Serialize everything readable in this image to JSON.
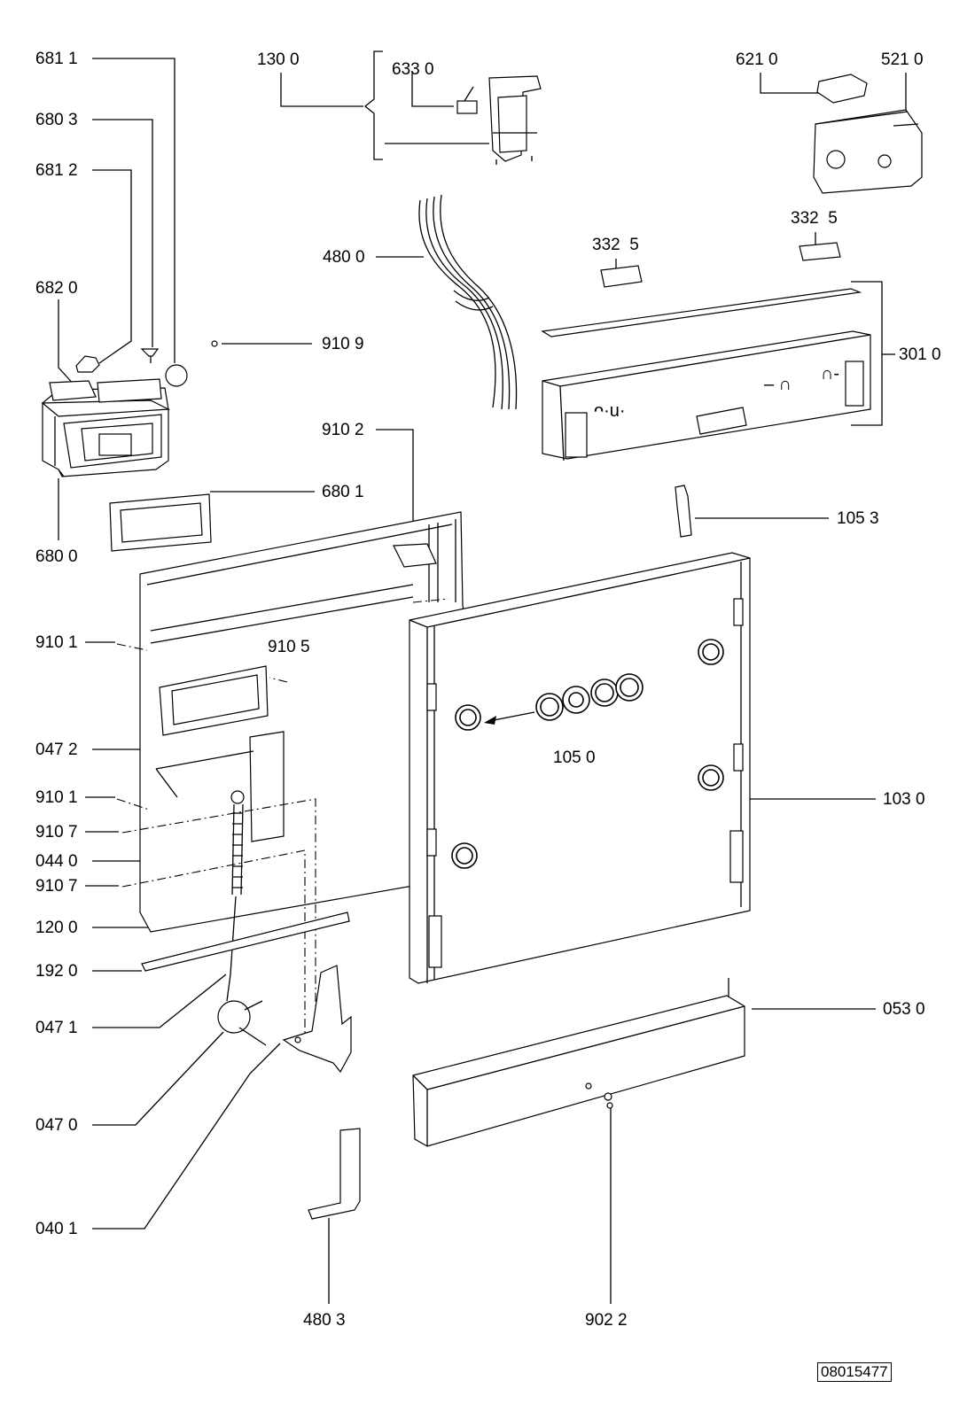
{
  "diagram": {
    "labels": {
      "l6811": "681 1",
      "l6803": "680 3",
      "l6812": "681 2",
      "l6820": "682 0",
      "l6800": "680 0",
      "l6801": "680 1",
      "l1300": "130 0",
      "l6330": "633 0",
      "l6210": "621 0",
      "l5210": "521 0",
      "l4800": "480 0",
      "l3325a": "332  5",
      "l3325b": "332  5",
      "l3010": "301 0",
      "l9109": "910 9",
      "l9102": "910 2",
      "l1053": "105 3",
      "l9101a": "910 1",
      "l9105": "910 5",
      "l0472": "047 2",
      "l1050": "105 0",
      "l9101b": "910 1",
      "l1030": "103 0",
      "l9107a": "910 7",
      "l0440": "044 0",
      "l9107b": "910 7",
      "l1200": "120 0",
      "l1920": "192 0",
      "l0530": "053 0",
      "l0471": "047 1",
      "l0470": "047 0",
      "l0401": "040 1",
      "l4803": "480 3",
      "l9022": "902 2"
    },
    "drawing_number": "08015477"
  }
}
